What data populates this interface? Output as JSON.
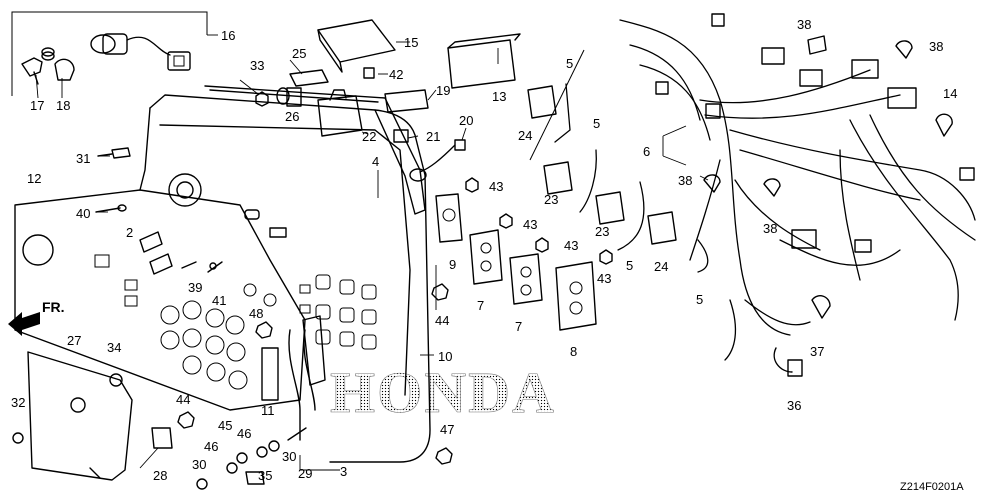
{
  "brand_watermark": "HONDA",
  "diagram_code": "Z214F0201A",
  "front_marker": "FR.",
  "callouts": {
    "c2": "2",
    "c3": "3",
    "c4": "4",
    "c5a": "5",
    "c5b": "5",
    "c5c": "5",
    "c5d": "5",
    "c6": "6",
    "c7a": "7",
    "c7b": "7",
    "c8": "8",
    "c9": "9",
    "c10": "10",
    "c11": "11",
    "c12": "12",
    "c13": "13",
    "c14": "14",
    "c15": "15",
    "c16": "16",
    "c17": "17",
    "c18": "18",
    "c19": "19",
    "c20": "20",
    "c21": "21",
    "c22": "22",
    "c23a": "23",
    "c23b": "23",
    "c24a": "24",
    "c24b": "24",
    "c25": "25",
    "c26": "26",
    "c27": "27",
    "c28": "28",
    "c29": "29",
    "c30a": "30",
    "c30b": "30",
    "c31": "31",
    "c32": "32",
    "c33": "33",
    "c34": "34",
    "c35": "35",
    "c36": "36",
    "c37": "37",
    "c38a": "38",
    "c38b": "38",
    "c38c": "38",
    "c38d": "38",
    "c39": "39",
    "c40": "40",
    "c41": "41",
    "c42": "42",
    "c43a": "43",
    "c43b": "43",
    "c43c": "43",
    "c43d": "43",
    "c44a": "44",
    "c44b": "44",
    "c45": "45",
    "c46a": "46",
    "c46b": "46",
    "c47": "47",
    "c48": "48"
  }
}
